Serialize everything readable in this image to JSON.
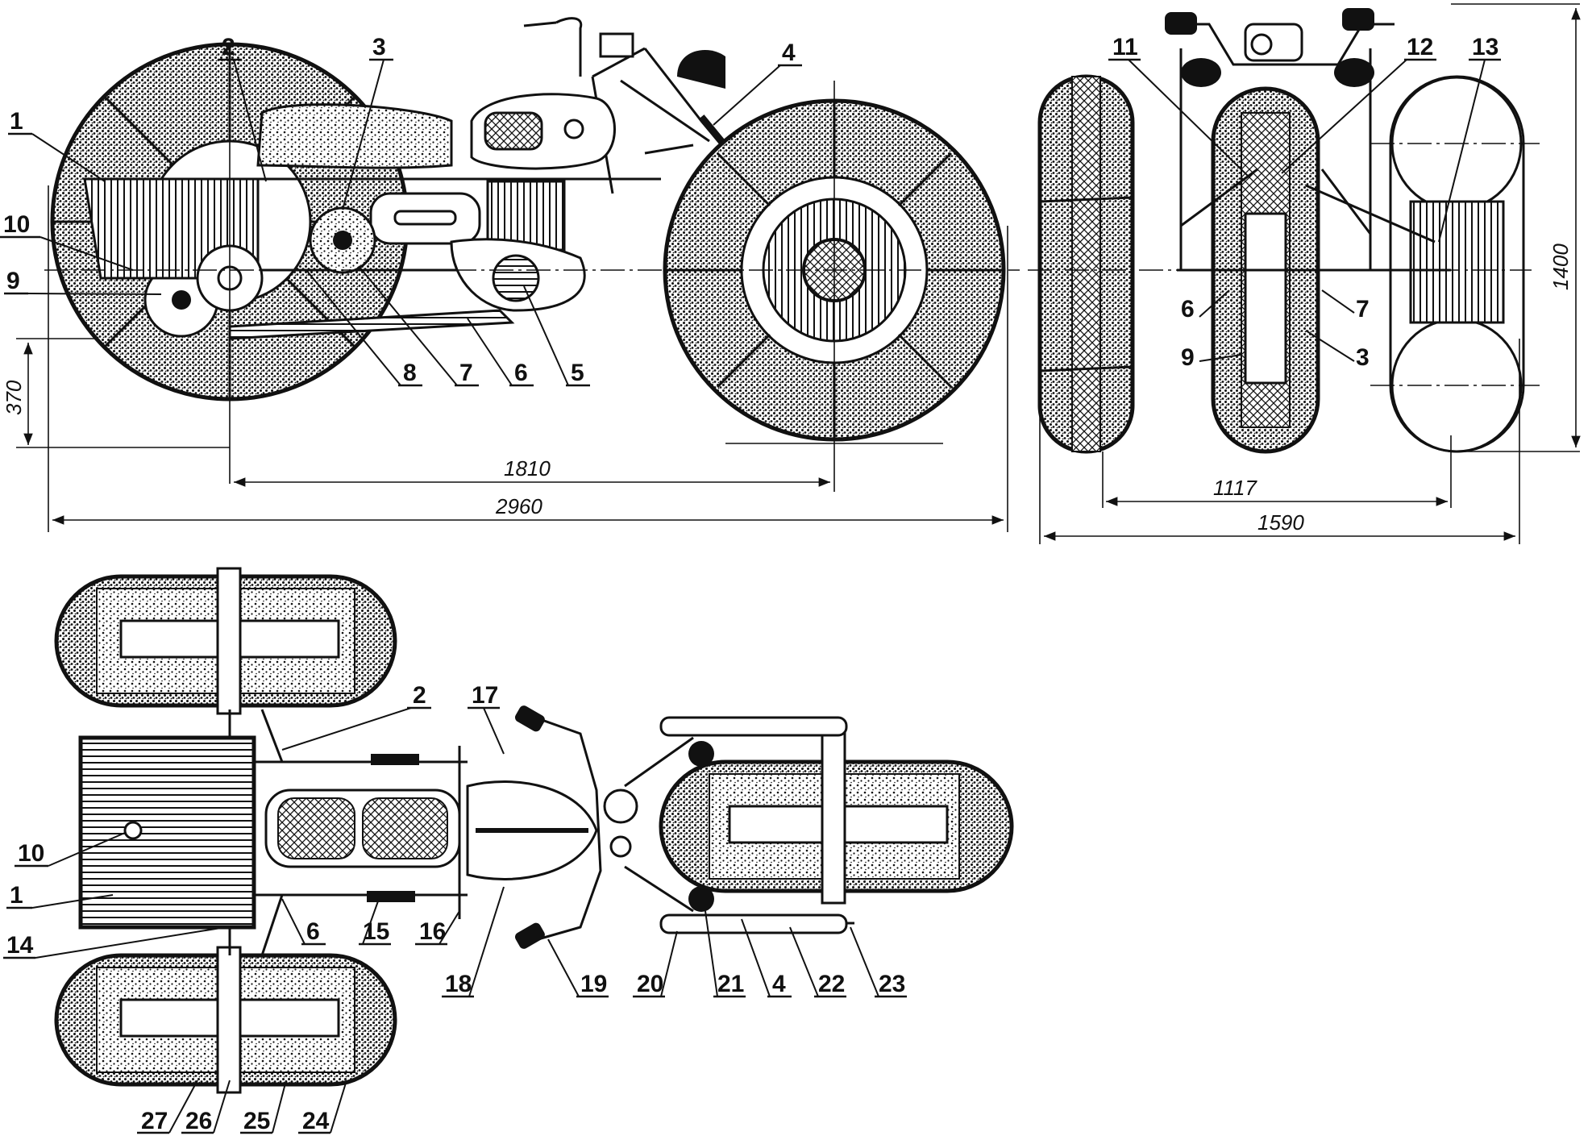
{
  "labels": {
    "l1": "1",
    "l2": "2",
    "l3": "3",
    "l4": "4",
    "l5": "5",
    "l6": "6",
    "l7": "7",
    "l8": "8",
    "l9": "9",
    "l10": "10",
    "l11": "11",
    "l12": "12",
    "l13": "13",
    "r6": "6",
    "r7": "7",
    "r9": "9",
    "r3": "3",
    "t2": "2",
    "t17": "17",
    "t10": "10",
    "t1": "1",
    "t14": "14",
    "t6": "6",
    "t15": "15",
    "t16": "16",
    "t18": "18",
    "t19": "19",
    "t20": "20",
    "t21": "21",
    "t4": "4",
    "t22": "22",
    "t23": "23",
    "t27": "27",
    "t26": "26",
    "t25": "25",
    "t24": "24"
  },
  "dimensions": {
    "wheelbase": "1810",
    "length": "2960",
    "ground": "370",
    "height": "1400",
    "track": "1117",
    "width": "1590"
  }
}
